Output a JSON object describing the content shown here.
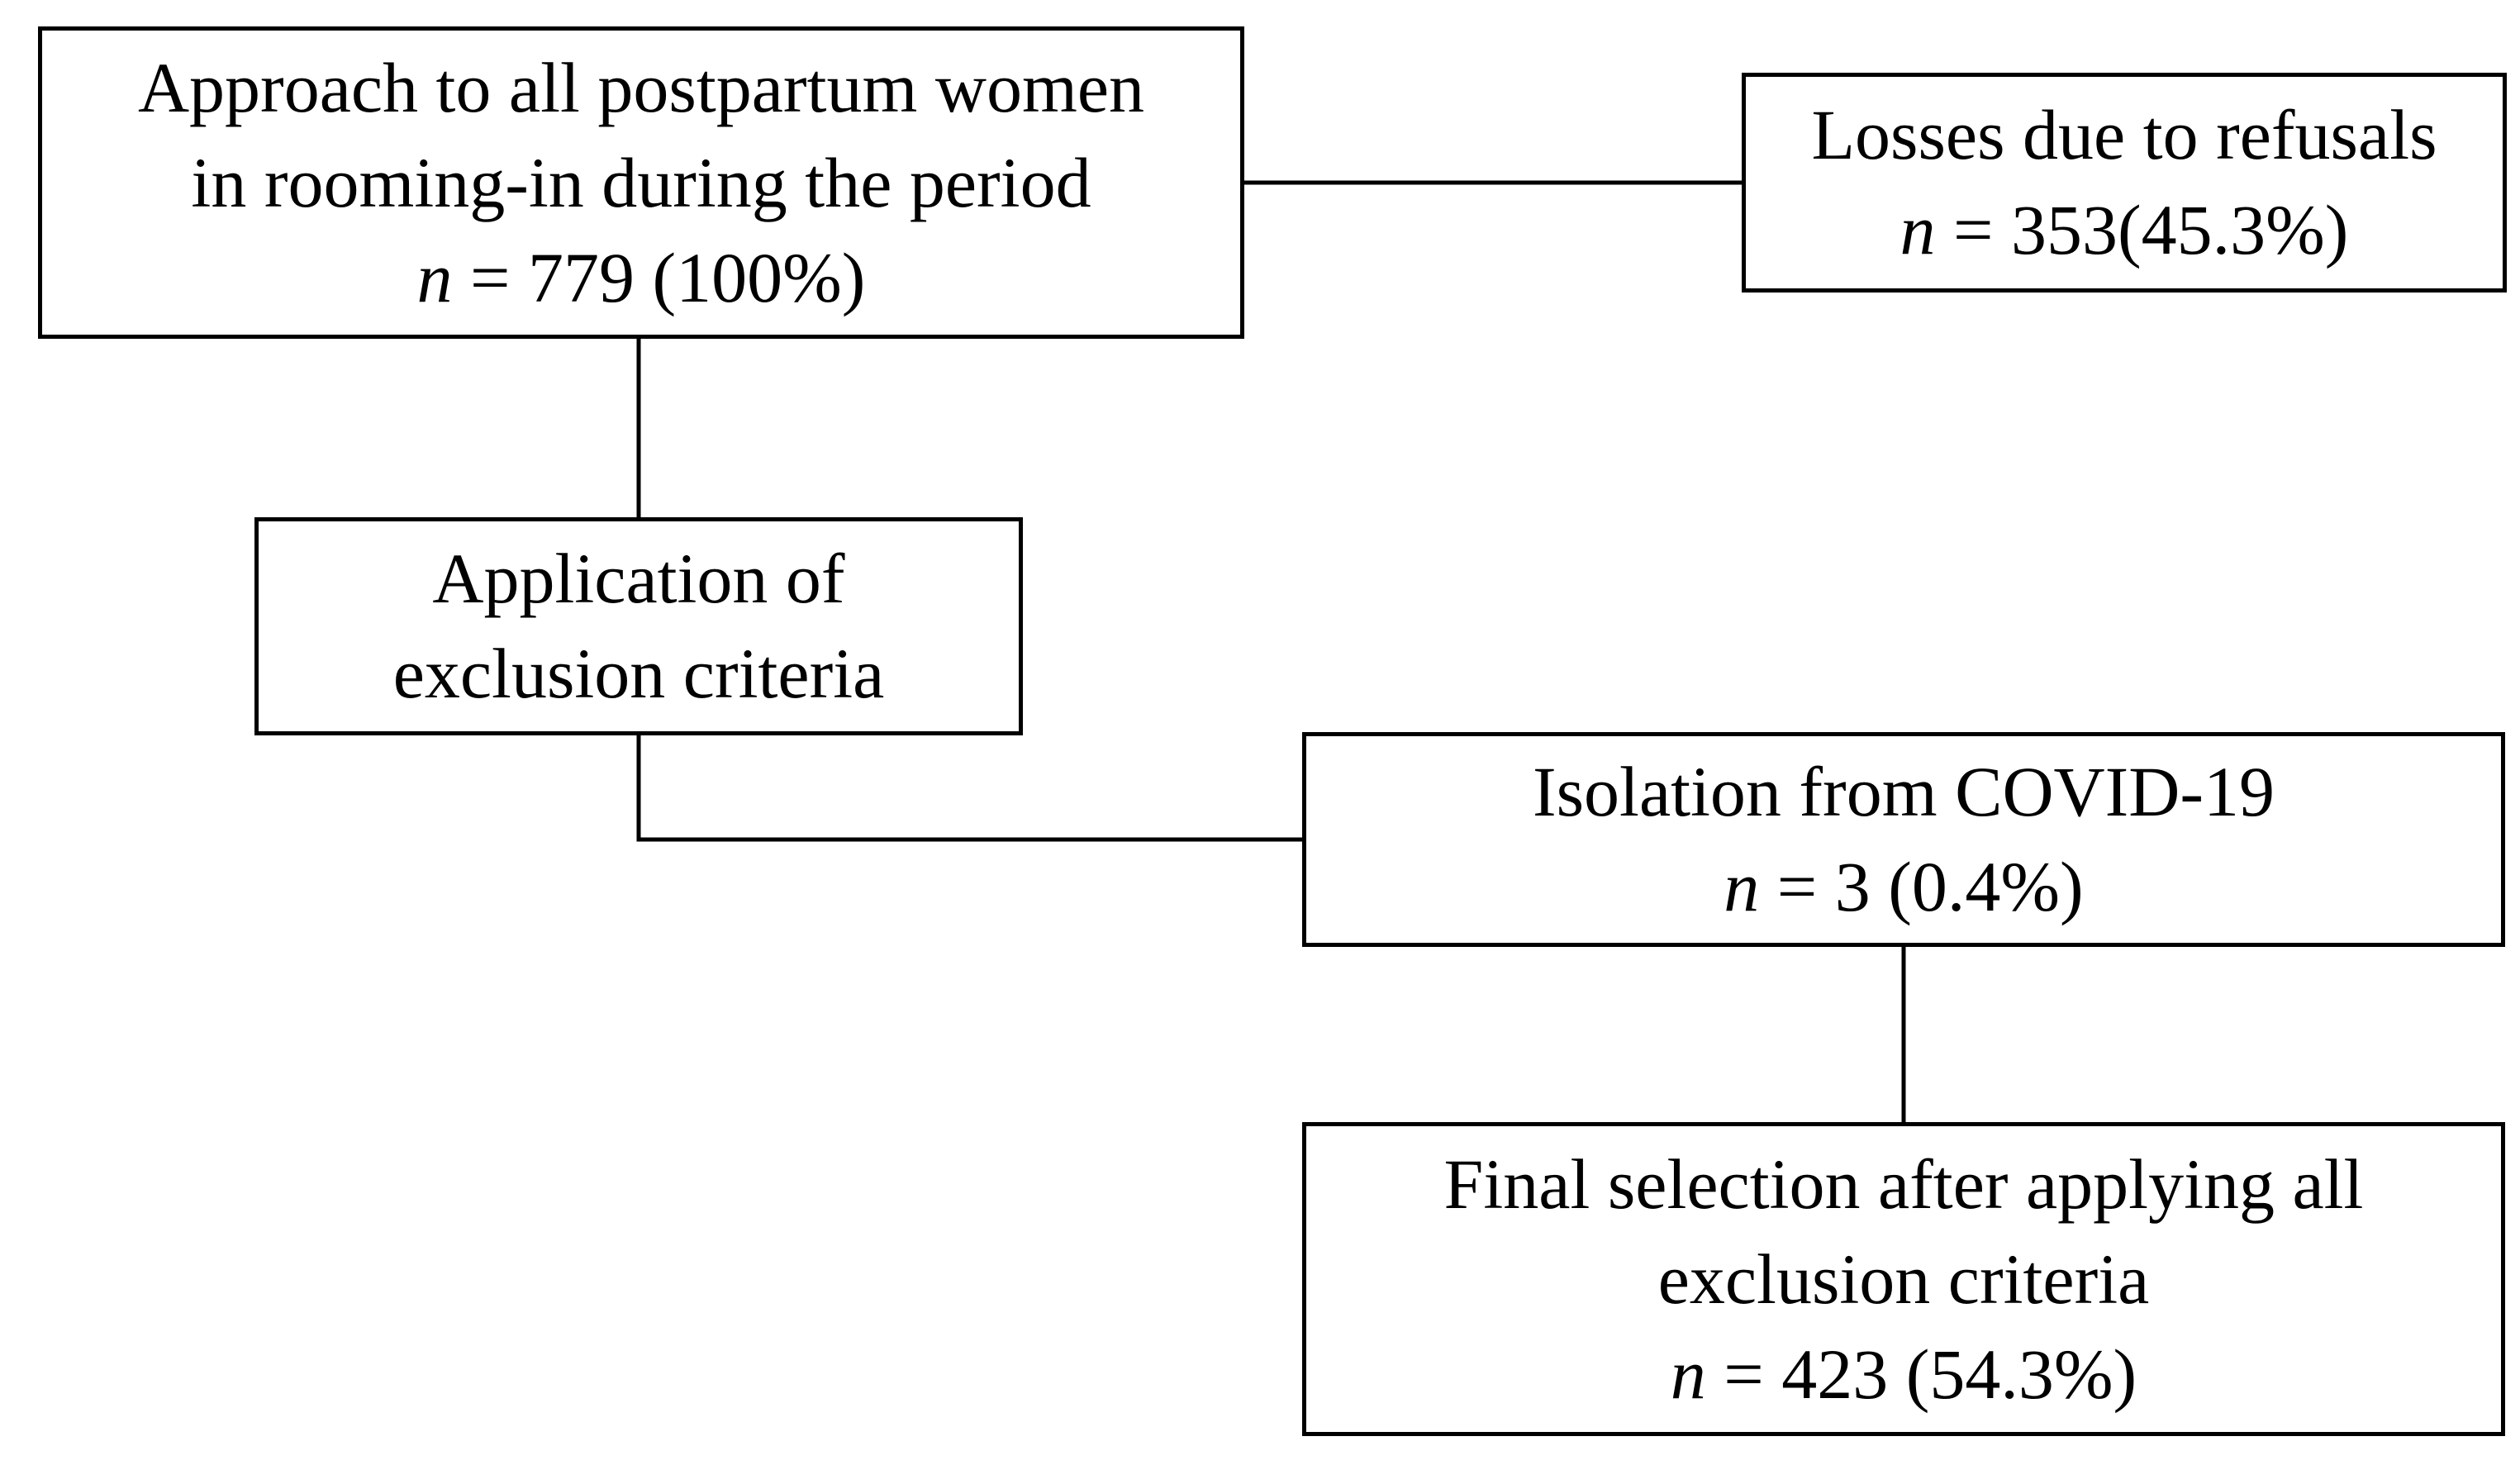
{
  "diagram": {
    "type": "flowchart",
    "line_color": "#000000",
    "boxes": {
      "approach": {
        "lines": [
          "Approach to all postpartum women",
          "in rooming-in during the period"
        ],
        "n_var": "n",
        "n_value": " = 779 (100%)"
      },
      "refusals": {
        "lines": [
          "Losses due to refusals"
        ],
        "n_var": "n",
        "n_value": " = 353(45.3%)"
      },
      "exclusion": {
        "lines": [
          "Application of",
          "exclusion criteria"
        ]
      },
      "covid": {
        "lines": [
          "Isolation from COVID-19"
        ],
        "n_var": "n",
        "n_value": " = 3 (0.4%)"
      },
      "final": {
        "lines": [
          "Final selection after applying all",
          "exclusion criteria"
        ],
        "n_var": "n",
        "n_value": " = 423 (54.3%)"
      }
    }
  }
}
